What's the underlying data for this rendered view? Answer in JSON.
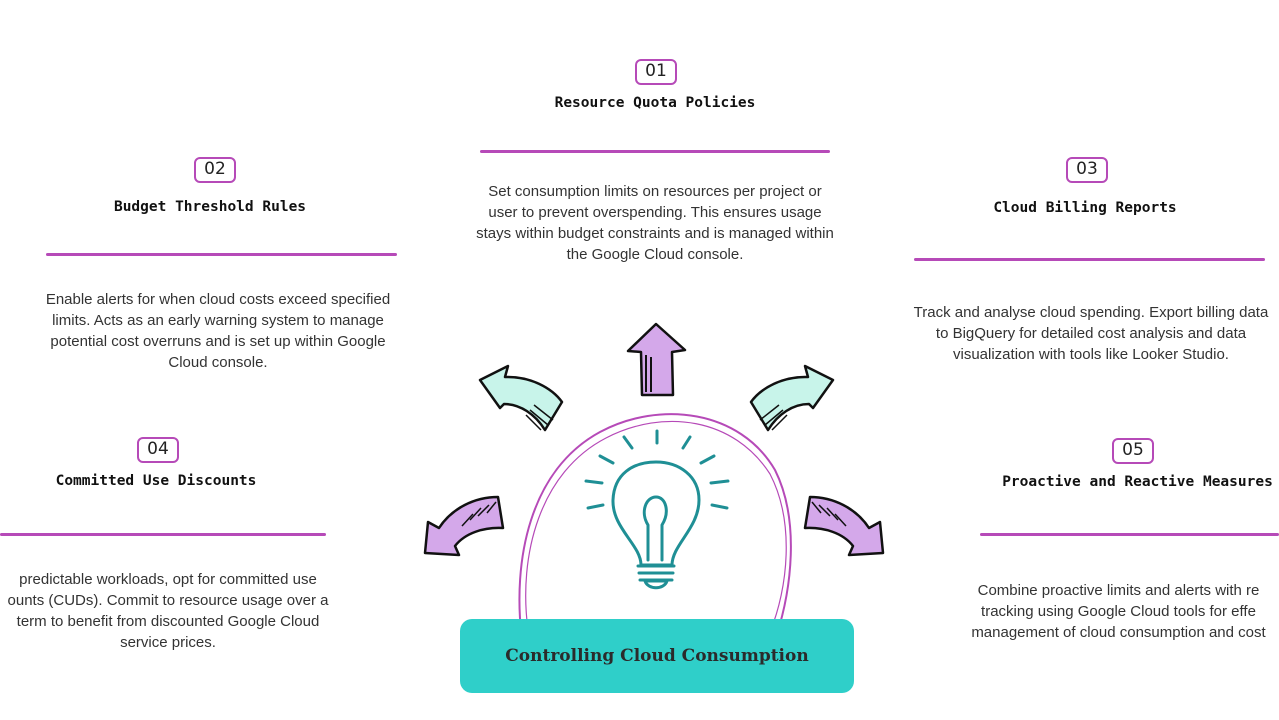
{
  "center": {
    "title": "Controlling Cloud Consumption",
    "icon": "lightbulb-icon"
  },
  "colors": {
    "accent": "#b64ab8",
    "banner": "#2fcfc9",
    "bulb": "#1f8f95",
    "arrow_purple": "#d4a8ea",
    "arrow_mint": "#c8f4ea"
  },
  "items": [
    {
      "number": "01",
      "title": "Resource Quota Policies",
      "lines": [
        "Set consumption limits on resources per project or",
        "user to prevent overspending. This ensures usage",
        "stays within budget constraints and is managed within",
        "the Google Cloud console."
      ]
    },
    {
      "number": "02",
      "title": "Budget Threshold Rules",
      "lines": [
        "Enable alerts for when cloud costs exceed specified",
        "limits. Acts as an early warning system to manage",
        "potential cost overruns and is set up within Google",
        "Cloud console."
      ]
    },
    {
      "number": "03",
      "title": "Cloud Billing Reports",
      "lines": [
        "Track and analyse cloud spending. Export billing data",
        "to BigQuery for detailed cost analysis and data",
        "visualization with tools like Looker Studio."
      ]
    },
    {
      "number": "04",
      "title": "Committed Use Discounts",
      "lines": [
        "predictable workloads, opt for committed use",
        "ounts (CUDs). Commit to resource usage over a",
        "term to benefit from discounted Google Cloud",
        "service prices."
      ]
    },
    {
      "number": "05",
      "title": "Proactive and Reactive Measures",
      "lines": [
        "Combine proactive limits and alerts with re",
        "tracking using Google Cloud tools for effe",
        "management of cloud consumption and cost"
      ]
    }
  ]
}
